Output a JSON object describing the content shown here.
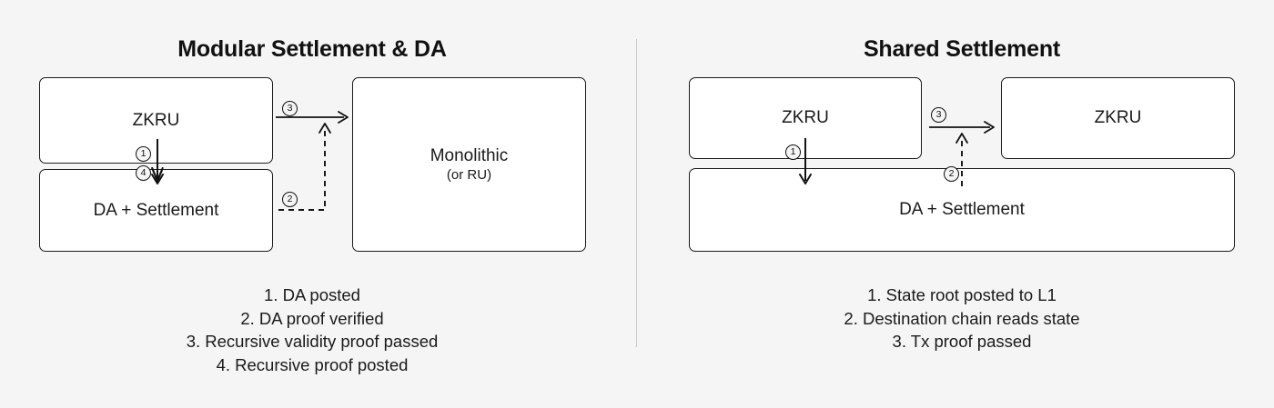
{
  "canvas": {
    "background_color": "#f5f5f5",
    "ink_color": "#111111",
    "box_fill": "#ffffff",
    "divider_color": "#c9c9c9"
  },
  "panels": {
    "left": {
      "title": "Modular Settlement & DA",
      "boxes": {
        "zkru": {
          "label": "ZKRU"
        },
        "da_settlement": {
          "label": "DA + Settlement"
        },
        "monolithic": {
          "label": "Monolithic",
          "sublabel": "(or RU)"
        }
      },
      "steps": {
        "one": "1",
        "two": "2",
        "three": "3",
        "four": "4"
      },
      "legend": [
        "1. DA posted",
        "2. DA proof verified",
        "3. Recursive validity proof passed",
        "4. Recursive proof posted"
      ]
    },
    "right": {
      "title": "Shared Settlement",
      "boxes": {
        "zkru_a": {
          "label": "ZKRU"
        },
        "zkru_b": {
          "label": "ZKRU"
        },
        "da_settlement": {
          "label": "DA + Settlement"
        }
      },
      "steps": {
        "one": "1",
        "two": "2",
        "three": "3"
      },
      "legend": [
        "1. State root posted to L1",
        "2. Destination chain reads state",
        "3. Tx proof passed"
      ]
    }
  }
}
